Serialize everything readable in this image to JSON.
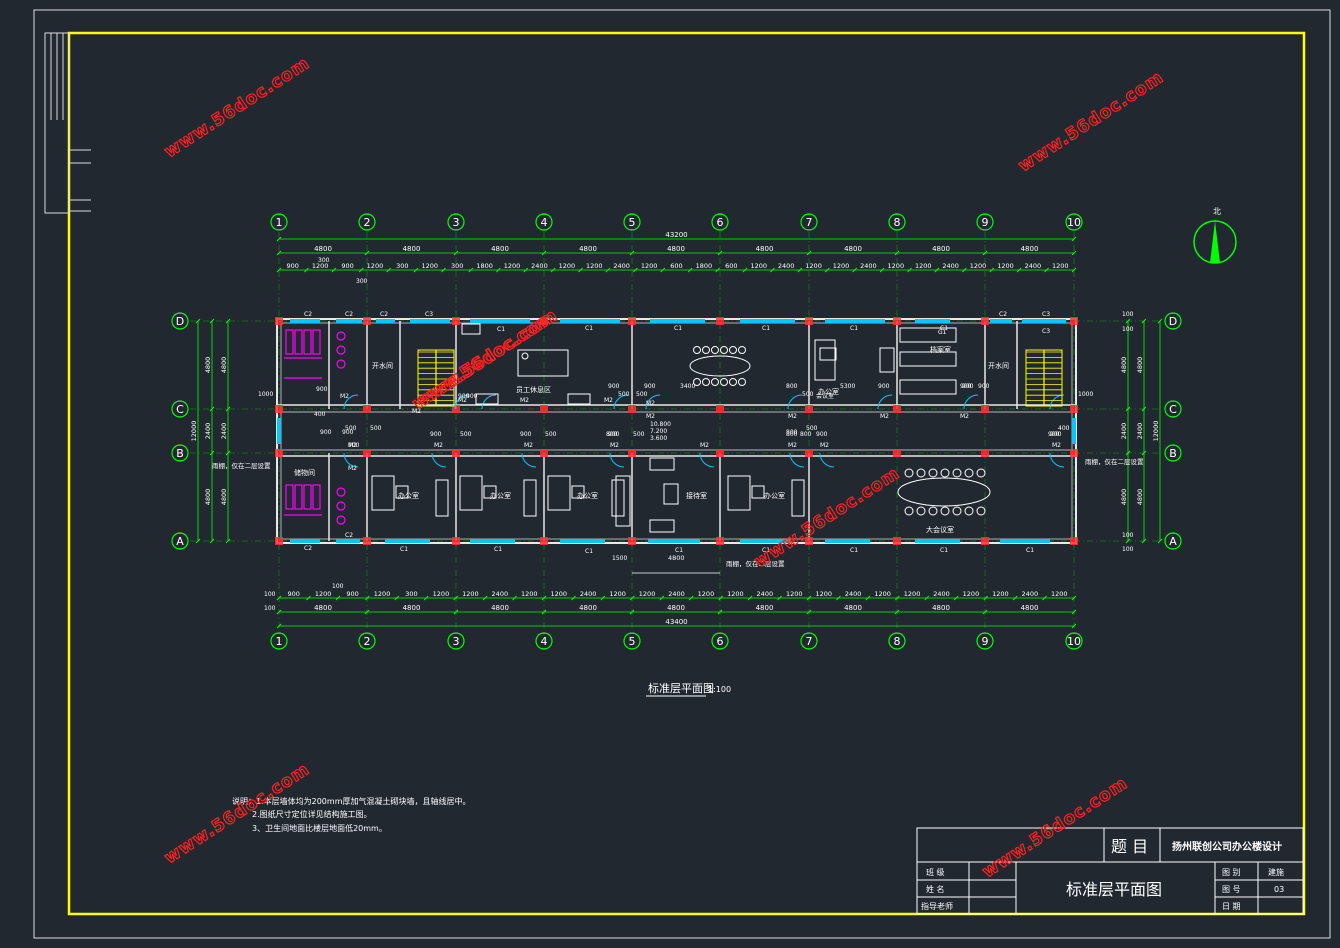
{
  "palette": {
    "background": "#212830",
    "frame": "#ffff00",
    "outer_frame": "#dcdcdc",
    "dimension": "#00ff00",
    "wall": "#e8e8e8",
    "column": "#ff3030",
    "window": "#00c8ff",
    "fixture": "#ff00ff",
    "stair": "#ffff00",
    "furniture": "#ffffff",
    "watermark": "#ff2020",
    "annotation": "#ffffff"
  },
  "watermarks": [
    "www.56doc.com",
    "www.56doc.com",
    "www.56doc.com",
    "www.56doc.com",
    "www.56doc.com",
    "www.56doc.com",
    "www.56doc.com"
  ],
  "axes": {
    "columns": [
      "1",
      "2",
      "3",
      "4",
      "5",
      "6",
      "7",
      "8",
      "9",
      "10"
    ],
    "rows": [
      "D",
      "C",
      "B",
      "A"
    ]
  },
  "dimensions": {
    "top_total": "43200",
    "top_bays": [
      "4800",
      "4800",
      "4800",
      "4800",
      "4800",
      "4800",
      "4800",
      "4800",
      "4800"
    ],
    "top_details": [
      "900",
      "1200",
      "900",
      "1200",
      "300",
      "1200",
      "300",
      "1800",
      "1200",
      "2400",
      "1200",
      "1200",
      "2400",
      "1200",
      "600",
      "1800",
      "600",
      "1200",
      "2400",
      "1200",
      "1200",
      "2400",
      "1200",
      "1200",
      "2400",
      "1200",
      "1200",
      "2400",
      "1200"
    ],
    "top_small": [
      "300",
      "300"
    ],
    "bottom_total": "43400",
    "bottom_bays": [
      "4800",
      "4800",
      "4800",
      "4800",
      "4800",
      "4800",
      "4800",
      "4800",
      "4800"
    ],
    "bottom_details": [
      "900",
      "1200",
      "900",
      "1200",
      "300",
      "1200",
      "1200",
      "2400",
      "1200",
      "1200",
      "2400",
      "1200",
      "1200",
      "2400",
      "1200",
      "1200",
      "2400",
      "1200",
      "1200",
      "2400",
      "1200",
      "1200",
      "2400",
      "1200",
      "1200",
      "2400",
      "1200"
    ],
    "bottom_small": [
      "100",
      "100",
      "100"
    ],
    "left_total": "12000",
    "left_parts": [
      "4800",
      "2400",
      "4800"
    ],
    "left_inner": [
      "4800",
      "2400",
      "4800"
    ],
    "right_total": "12000",
    "right_parts": [
      "4800",
      "2400",
      "4800"
    ],
    "right_inner": [
      "4800",
      "2400",
      "4800"
    ],
    "misc": [
      "1000",
      "1000",
      "100",
      "100",
      "100",
      "100"
    ]
  },
  "rooms": [
    "开水间",
    "员工休息区",
    "办公室",
    "档案室",
    "开水间",
    "办公室",
    "办公室",
    "办公室",
    "接待室",
    "办公室",
    "大会议室"
  ],
  "labels": {
    "windows": [
      "C2",
      "C2",
      "C2",
      "C3",
      "C1",
      "C1",
      "C1",
      "C1",
      "C1",
      "C1",
      "C2",
      "C3",
      "C2",
      "C2",
      "C1",
      "C1",
      "C1",
      "C1",
      "C1",
      "C1",
      "C1",
      "C1",
      "C3"
    ],
    "doors": [
      "M2",
      "M2",
      "M2",
      "M2",
      "M2",
      "M2",
      "M2",
      "M2",
      "M2",
      "M2",
      "M2",
      "M2",
      "M2",
      "M2",
      "M2",
      "M2",
      "M2",
      "M2",
      "M2"
    ],
    "door_widths": [
      "900",
      "900",
      "900",
      "900",
      "900",
      "900",
      "900",
      "800",
      "900",
      "800",
      "800",
      "900",
      "900",
      "900",
      "900",
      "900",
      "900",
      "900",
      "900",
      "800",
      "800",
      "900",
      "900"
    ],
    "notes_small": [
      "3400",
      "5300",
      "500",
      "500",
      "500",
      "500",
      "500",
      "500",
      "500",
      "500",
      "500",
      "400",
      "400",
      "1500"
    ],
    "elevation_levels": [
      "10.800",
      "7.200",
      "3.600"
    ],
    "canopy_left": "雨棚，仅在二层设置",
    "canopy_right": "雨棚，仅在二层设置",
    "canopy_bottom": "雨棚，仅在二层设置",
    "meeting_small": "会议室",
    "bottom_dim": "4800",
    "storage_left": "储物间",
    "cabinet": "G1",
    "north": "北"
  },
  "drawing_title": "标准层平面图",
  "drawing_scale": "1:100",
  "notes": [
    "说明：1.本层墙体均为200mm厚加气混凝土砌块墙，且轴线居中。",
    "2.图纸尺寸定位详见结构施工图。",
    "3、卫生间地面比楼层地面低20mm。"
  ],
  "title_block": {
    "title_label": "题  目",
    "project": "扬州联创公司办公楼设计",
    "drawing_name": "标准层平面图",
    "left_labels": [
      "班  级",
      "姓  名",
      "指导老师"
    ],
    "right_labels": [
      "图  别",
      "图  号",
      "日  期"
    ],
    "right_values": [
      "建施",
      "03",
      ""
    ]
  }
}
